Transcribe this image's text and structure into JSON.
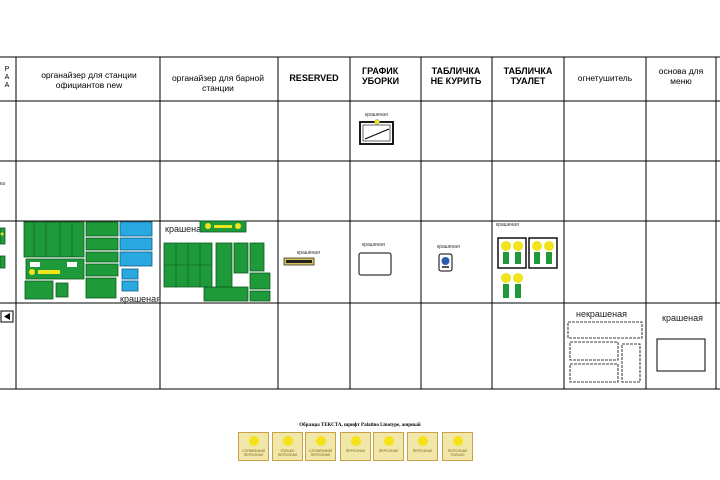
{
  "columns": [
    {
      "id": "c0",
      "label": "Р\nА\nА"
    },
    {
      "id": "c1",
      "label": "органайзер для станции официантов new"
    },
    {
      "id": "c2",
      "label": "органайзер для барной станции"
    },
    {
      "id": "c3",
      "label": "RESERVED"
    },
    {
      "id": "c4",
      "label": "ГРАФИК УБОРКИ"
    },
    {
      "id": "c5",
      "label": "ТАБЛИЧКА НЕ КУРИТЬ"
    },
    {
      "id": "c6",
      "label": "ТАБЛИЧКА ТУАЛЕТ"
    },
    {
      "id": "c7",
      "label": "огнетушитель"
    },
    {
      "id": "c8",
      "label": "основа для меню"
    }
  ],
  "labels": {
    "grafik_row1": "крашеная",
    "c0_row2": "ка",
    "c1_painted": "крашеная",
    "c2_painted": "крашеная",
    "reserved_painted": "крашеная",
    "grafik_row3": "крашеная",
    "nekurit_painted": "крашеная",
    "tualet_painted": "крашеная",
    "ognetush_unpainted": "некрашеная",
    "menu_painted": "крашеная"
  },
  "caption": "Образцы ТЕКСТА, шрифт Palatino Linotype, жирный",
  "samples": [
    "СЛУЖЕБНЫЙ ПЕРСОНАЛ",
    "ТОЛЬКО ПЕРСОНАЛ",
    "СЛУЖЕБНЫЙ ПЕРСОНАЛ",
    "ПЕРСОНАЛ",
    "ПЕРСОНАЛ",
    "ПЕРСОНАЛ",
    "ПЕРСОНАЛ ТОЛЬКО"
  ],
  "colors": {
    "green": "#1f9a3a",
    "blue": "#2aa8e0",
    "yellow": "#f2e31b"
  }
}
